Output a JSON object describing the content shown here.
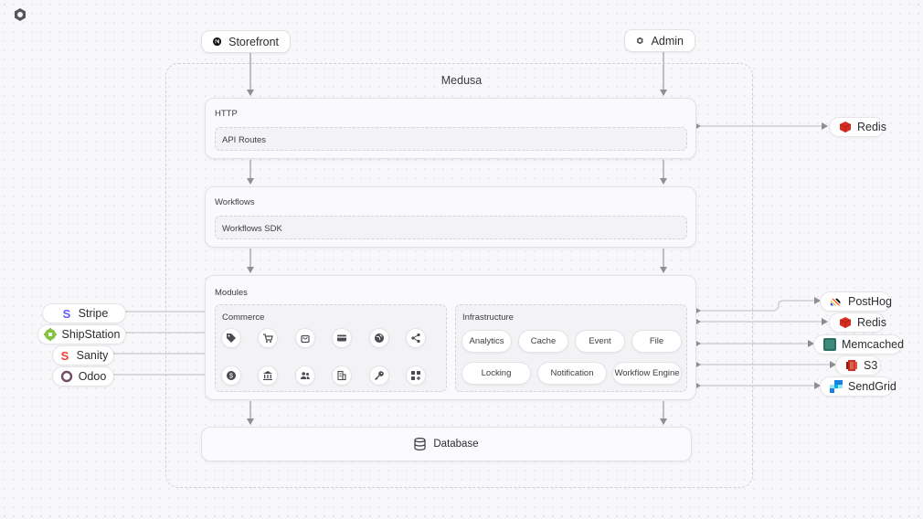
{
  "nodes": {
    "storefront": "Storefront",
    "admin": "Admin",
    "medusa": "Medusa",
    "http": {
      "title": "HTTP",
      "inner": "API Routes"
    },
    "workflows": {
      "title": "Workflows",
      "inner": "Workflows SDK"
    },
    "modules": {
      "title": "Modules",
      "commerce": {
        "title": "Commerce",
        "icons": [
          "tag-icon",
          "cart-icon",
          "bag-icon",
          "credit-card-icon",
          "globe-icon",
          "share-icon",
          "currency-icon",
          "bank-icon",
          "users-icon",
          "building-icon",
          "key-icon",
          "apps-icon"
        ]
      },
      "infrastructure": {
        "title": "Infrastructure",
        "chips": [
          "Analytics",
          "Cache",
          "Event",
          "File",
          "Locking",
          "Notification",
          "Workflow Engine"
        ]
      }
    },
    "database": "Database"
  },
  "integrations_left": [
    {
      "label": "Stripe",
      "icon": "stripe-icon",
      "color": "#635bff"
    },
    {
      "label": "ShipStation",
      "icon": "shipstation-icon",
      "color": "#84c341"
    },
    {
      "label": "Sanity",
      "icon": "sanity-icon",
      "color": "#f03e2f"
    },
    {
      "label": "Odoo",
      "icon": "odoo-icon",
      "color": "#714b67"
    }
  ],
  "integrations_right": [
    {
      "label": "Redis",
      "icon": "redis-icon",
      "color": "#d82c20"
    },
    {
      "label": "PostHog",
      "icon": "posthog-icon",
      "color": "#1d4aff"
    },
    {
      "label": "Redis",
      "icon": "redis-icon",
      "color": "#d82c20"
    },
    {
      "label": "Memcached",
      "icon": "memcached-icon",
      "color": "#2b6f62"
    },
    {
      "label": "S3",
      "icon": "s3-icon",
      "color": "#c7311f"
    },
    {
      "label": "SendGrid",
      "icon": "sendgrid-icon",
      "color": "#1a82e2"
    }
  ]
}
